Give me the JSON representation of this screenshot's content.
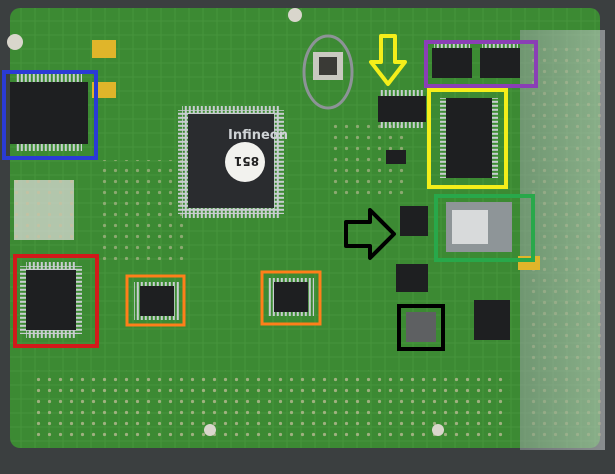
{
  "image": {
    "subject": "pcb-circuit-board"
  },
  "main_chip": {
    "brand": "Infineon",
    "sticker_text": "851"
  },
  "annotation_colors": {
    "blue": "#2a3bd6",
    "red": "#d11a1a",
    "orange": "#ff7f1a",
    "gray": "#8d9397",
    "yellow": "#f4ee1a",
    "purple": "#8a3fb5",
    "green": "#28a84a",
    "black": "#000000"
  },
  "board_colors": {
    "pcb": "#3c8a33",
    "pcb_dark": "#2d6f2a",
    "chip": "#1e1f21",
    "metal": "#8f969a"
  }
}
